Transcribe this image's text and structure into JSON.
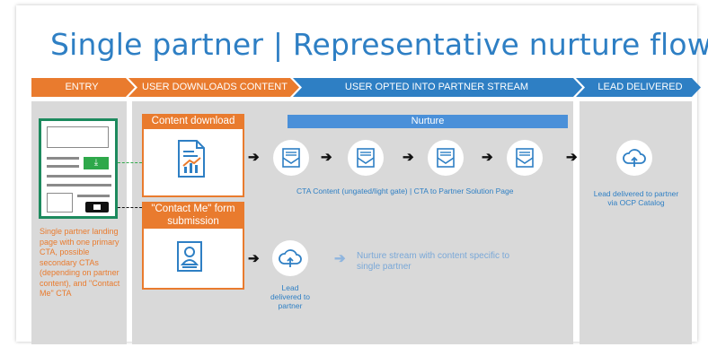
{
  "title": "Single partner | Representative nurture flow",
  "stages": [
    "ENTRY",
    "USER DOWNLOADS CONTENT",
    "USER OPTED INTO PARTNER STREAM",
    "LEAD DELIVERED"
  ],
  "entry": {
    "text": "Single partner landing page with one primary CTA, possible secondary CTAs (depending on partner content), and \"Contact Me\" CTA",
    "download_icon": "download-arrow-icon"
  },
  "content_download": {
    "label": "Content download",
    "icon": "document-chart-icon"
  },
  "contact_me": {
    "label": "\"Contact Me\" form submission",
    "icon": "contact-card-icon"
  },
  "nurture": {
    "label": "Nurture",
    "caption": "CTA Content (ungated/light gate) | CTA to Partner Solution Page",
    "icon": "email-icon"
  },
  "lead_delivered_partner": {
    "label": "Lead delivered to partner",
    "icon": "cloud-upload-icon"
  },
  "nurture_stream_text": "Nurture stream with content specific to single partner",
  "lead_delivered_final": {
    "label": "Lead delivered to partner via OCP Catalog",
    "icon": "cloud-upload-icon"
  },
  "colors": {
    "orange": "#e97b2e",
    "blue": "#2e7fc4",
    "green": "#1d8a5e",
    "panel": "#d9d9d9"
  }
}
